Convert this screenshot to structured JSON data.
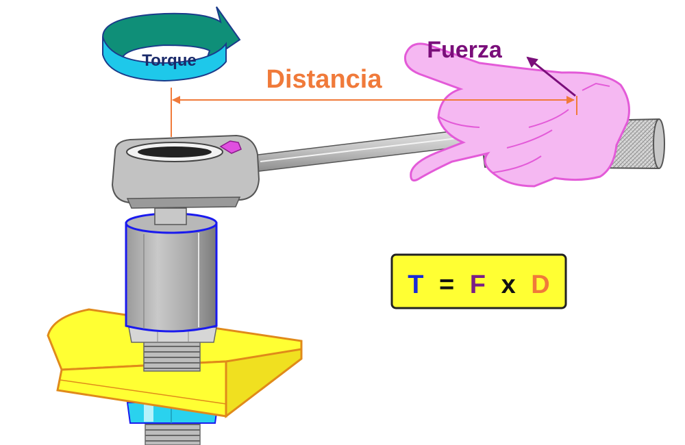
{
  "labels": {
    "torque": "Torque",
    "distance": "Distancia",
    "force": "Fuerza"
  },
  "formula": {
    "t": "T",
    "equals": "=",
    "f": "F",
    "times": "x",
    "d": "D"
  },
  "colors": {
    "torque_arrow": "#1ec8ea",
    "torque_arrow_dark": "#0f8f78",
    "distance": "#f07a3a",
    "force": "#7a0e7a",
    "hand": "#f5b8f2",
    "hand_outline": "#e35ad8",
    "plate": "#ffff33",
    "plate_edge": "#e08a1a",
    "formula_box": "#ffff33",
    "formula_t": "#1a2bd6",
    "formula_f": "#7a1e86",
    "formula_d": "#f07a3a",
    "metal": "#b8b8b8",
    "metal_dark": "#7d7d7d",
    "socket_outline": "#1a1aee",
    "nut": "#28d6f0"
  }
}
